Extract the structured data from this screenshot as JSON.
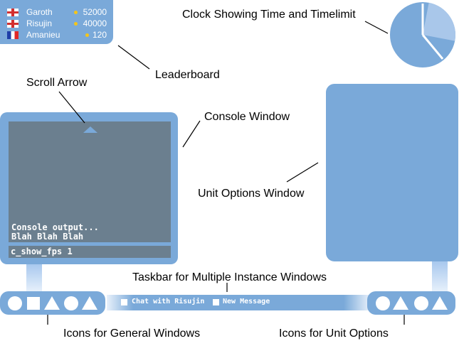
{
  "leaderboard": {
    "rows": [
      {
        "name": "Garoth",
        "score": "52000",
        "flag": "england-flag"
      },
      {
        "name": "Risujin",
        "score": "40000",
        "flag": "england-flag"
      },
      {
        "name": "Amanieu",
        "score": "120",
        "flag": "france-flag"
      }
    ]
  },
  "console": {
    "output_lines": [
      "Console output...",
      "Blah Blah Blah"
    ],
    "input_value": "c_show_fps 1"
  },
  "instance_taskbar": {
    "items": [
      {
        "label": "Chat with Risujin"
      },
      {
        "label": "New Message"
      }
    ]
  },
  "clock": {
    "elapsed_fraction": 0.39,
    "timelimit_fraction": 0.11
  },
  "labels": {
    "clock": "Clock Showing Time and Timelimit",
    "leaderboard": "Leaderboard",
    "scroll_arrow": "Scroll Arrow",
    "console_window": "Console Window",
    "unit_options_window": "Unit Options Window",
    "taskbar": "Taskbar for Multiple Instance Windows",
    "general_icons": "Icons for General Windows",
    "unit_icons": "Icons for Unit Options"
  },
  "colors": {
    "panel": "#7aa9d9",
    "console_bg": "#6b7f8f",
    "coin": "#f5c518"
  }
}
